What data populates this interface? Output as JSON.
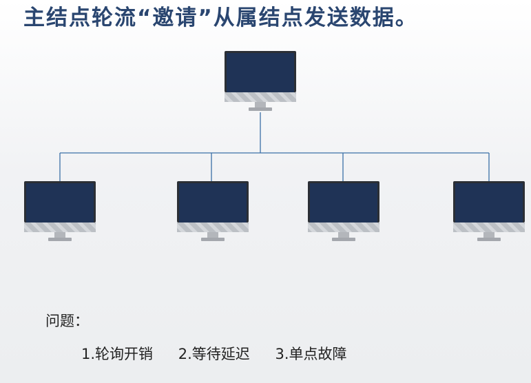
{
  "title": "主结点轮流“邀请”从属结点发送数据。",
  "diagram": {
    "master": {
      "name": "master-computer",
      "icon": "desktop-monitor-icon"
    },
    "slaves": [
      {
        "name": "slave-computer-1",
        "icon": "desktop-monitor-icon"
      },
      {
        "name": "slave-computer-2",
        "icon": "desktop-monitor-icon"
      },
      {
        "name": "slave-computer-3",
        "icon": "desktop-monitor-icon"
      },
      {
        "name": "slave-computer-4",
        "icon": "desktop-monitor-icon"
      }
    ],
    "colors": {
      "screen": "#1f3356",
      "bezel": "#2b2f35",
      "chin": "#b9bcc1",
      "stand": "#a9acb2",
      "link": "#3a6fa6"
    }
  },
  "questions": {
    "label": "问题：",
    "items": [
      "1.轮询开销",
      "2.等待延迟",
      "3.单点故障"
    ]
  }
}
